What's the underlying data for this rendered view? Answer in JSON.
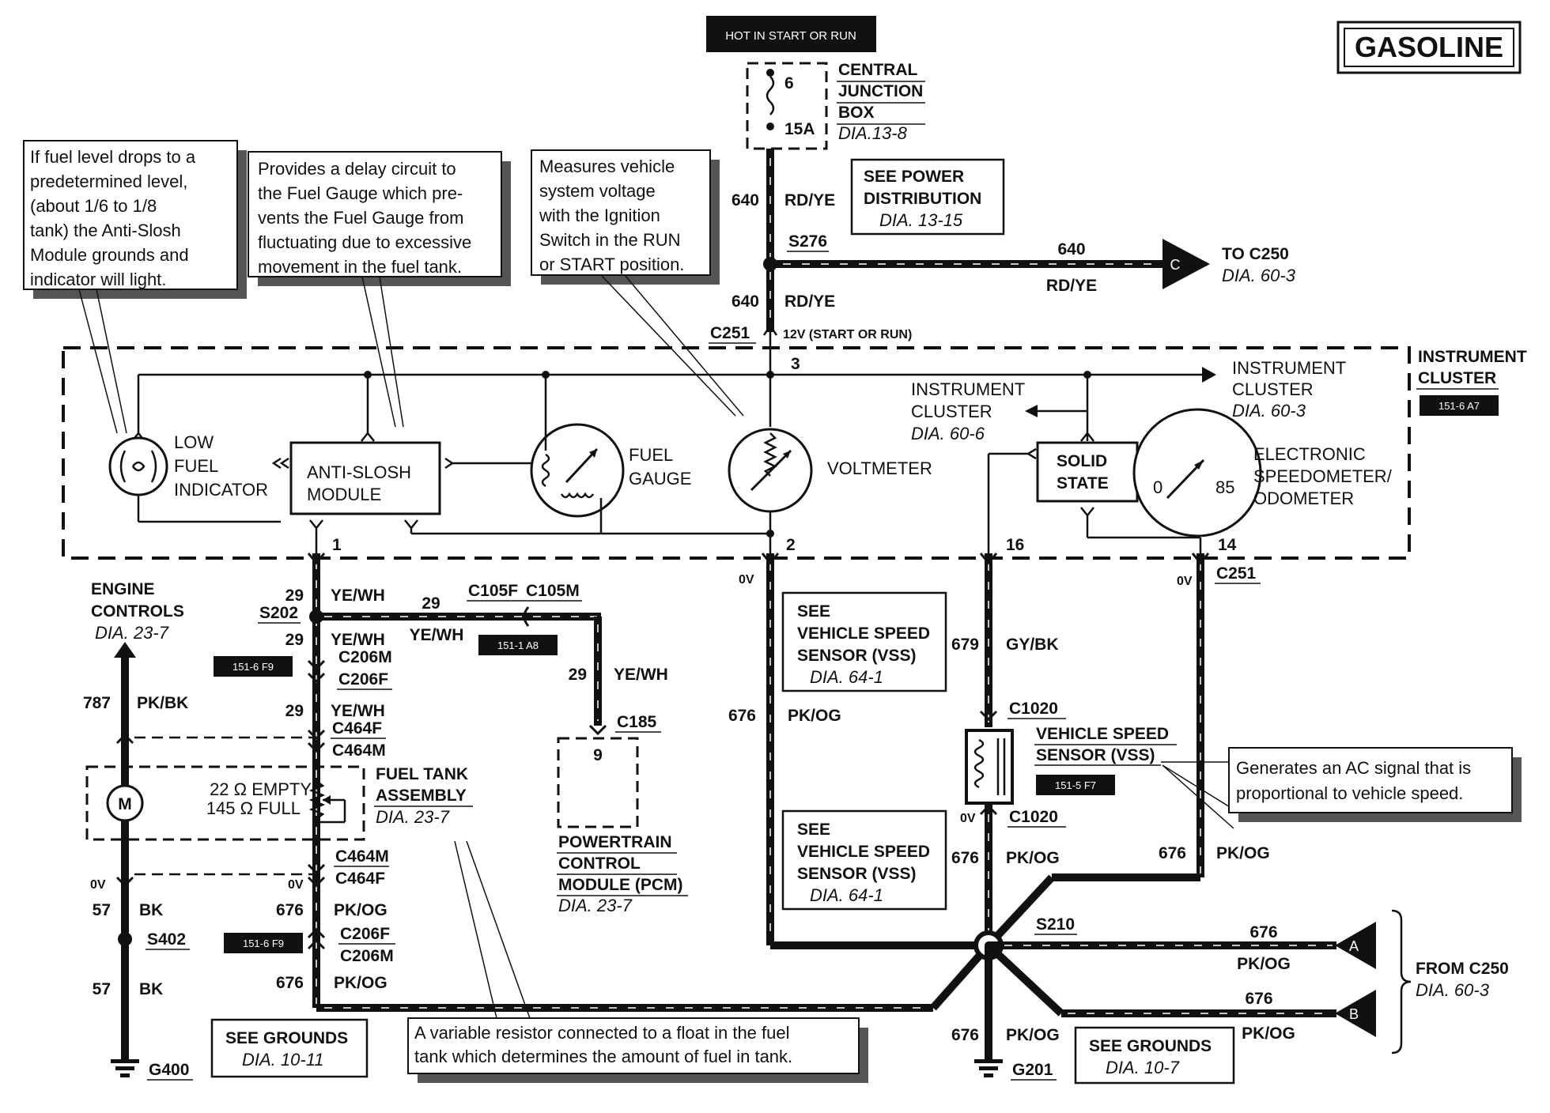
{
  "header": {
    "badge": "GASOLINE",
    "hot_in_start": "HOT IN START OR RUN"
  },
  "callouts": {
    "low_fuel_note": [
      "If fuel level drops to a",
      "predetermined level,",
      "(about 1/6 to 1/8",
      "tank) the Anti-Slosh",
      "Module grounds and",
      "indicator will light."
    ],
    "delay_note": [
      "Provides a delay circuit to",
      "the Fuel Gauge which pre-",
      "vents the Fuel Gauge from",
      "fluctuating due to excessive",
      "movement in the fuel tank."
    ],
    "voltage_note": [
      "Measures vehicle",
      "system voltage",
      "with the Ignition",
      "Switch in the RUN",
      "or START  position."
    ],
    "vss_note": [
      "Generates an AC signal that is",
      "proportional to vehicle speed."
    ],
    "resistor_note": [
      "A variable resistor connected to a float in the fuel",
      "tank which determines the amount of fuel in tank."
    ]
  },
  "boxes": {
    "see_power": [
      "SEE POWER",
      "DISTRIBUTION",
      "DIA. 13-15"
    ],
    "vss_ref_1": [
      "SEE",
      "VEHICLE SPEED",
      "SENSOR (VSS)",
      "DIA. 64-1"
    ],
    "vss_ref_2": [
      "SEE",
      "VEHICLE SPEED",
      "SENSOR (VSS)",
      "DIA. 64-1"
    ],
    "grounds_left": [
      "SEE GROUNDS",
      "DIA. 10-11"
    ],
    "grounds_right": [
      "SEE GROUNDS",
      "DIA. 10-7"
    ]
  },
  "components": {
    "central_junction": [
      "CENTRAL",
      "JUNCTION",
      "BOX",
      "DIA.13-8"
    ],
    "fuse_number": "6",
    "fuse_rating": "15A",
    "low_fuel": [
      "LOW",
      "FUEL",
      "INDICATOR"
    ],
    "anti_slosh": [
      "ANTI-SLOSH",
      "MODULE"
    ],
    "fuel_gauge": [
      "FUEL",
      "GAUGE"
    ],
    "voltmeter": "VOLTMETER",
    "solid_state": [
      "SOLID",
      "STATE"
    ],
    "speedo": [
      "ELECTRONIC",
      "SPEEDOMETER/",
      "ODOMETER"
    ],
    "speedo_min": "0",
    "speedo_max": "85",
    "cluster_upper": [
      "INSTRUMENT",
      "CLUSTER",
      "DIA. 60-3"
    ],
    "cluster_left": [
      "INSTRUMENT",
      "CLUSTER",
      "DIA. 60-6"
    ],
    "cluster_side": [
      "INSTRUMENT",
      "CLUSTER"
    ],
    "engine_controls": [
      "ENGINE",
      "CONTROLS",
      "DIA. 23-7"
    ],
    "fuel_tank": [
      "FUEL TANK",
      "ASSEMBLY",
      "DIA. 23-7"
    ],
    "tank_empty": "22 Ω EMPTY",
    "tank_full": "145 Ω FULL",
    "motor": "M",
    "pcm": [
      "POWERTRAIN",
      "CONTROL",
      "MODULE (PCM)",
      "DIA. 23-7"
    ],
    "pcm_pin": "9",
    "vss": [
      "VEHICLE SPEED",
      "SENSOR (VSS)"
    ],
    "to_c250": [
      "TO C250",
      "DIA. 60-3"
    ],
    "from_c250": [
      "FROM C250",
      "DIA. 60-3"
    ],
    "conn_a": "A",
    "conn_b": "B",
    "conn_c": "C"
  },
  "tags": {
    "t_151_6_a7": "151-6 A7",
    "t_151_6_f9_a": "151-6 F9",
    "t_151_6_f9_b": "151-6 F9",
    "t_151_1_a8": "151-1 A8",
    "t_151_5_f7": "151-5 F7"
  },
  "wires": {
    "c640": "640",
    "rdye": "RD/YE",
    "s276": "S276",
    "c251": "C251",
    "twelve_v": "12V (START OR RUN)",
    "pin3": "3",
    "pin1": "1",
    "pin2": "2",
    "pin16": "16",
    "pin14": "14",
    "zero_v": "0V",
    "c29": "29",
    "yewh": "YE/WH",
    "s202": "S202",
    "c105f": "C105F",
    "c105m": "C105M",
    "c206m": "C206M",
    "c206f": "C206F",
    "c464f": "C464F",
    "c464m": "C464M",
    "c185": "C185",
    "c787": "787",
    "pkbk": "PK/BK",
    "c57": "57",
    "bk": "BK",
    "s402": "S402",
    "g400": "G400",
    "c676": "676",
    "pkog": "PK/OG",
    "c679": "679",
    "gybk": "GY/BK",
    "c1020": "C1020",
    "s210": "S210",
    "g201": "G201"
  }
}
